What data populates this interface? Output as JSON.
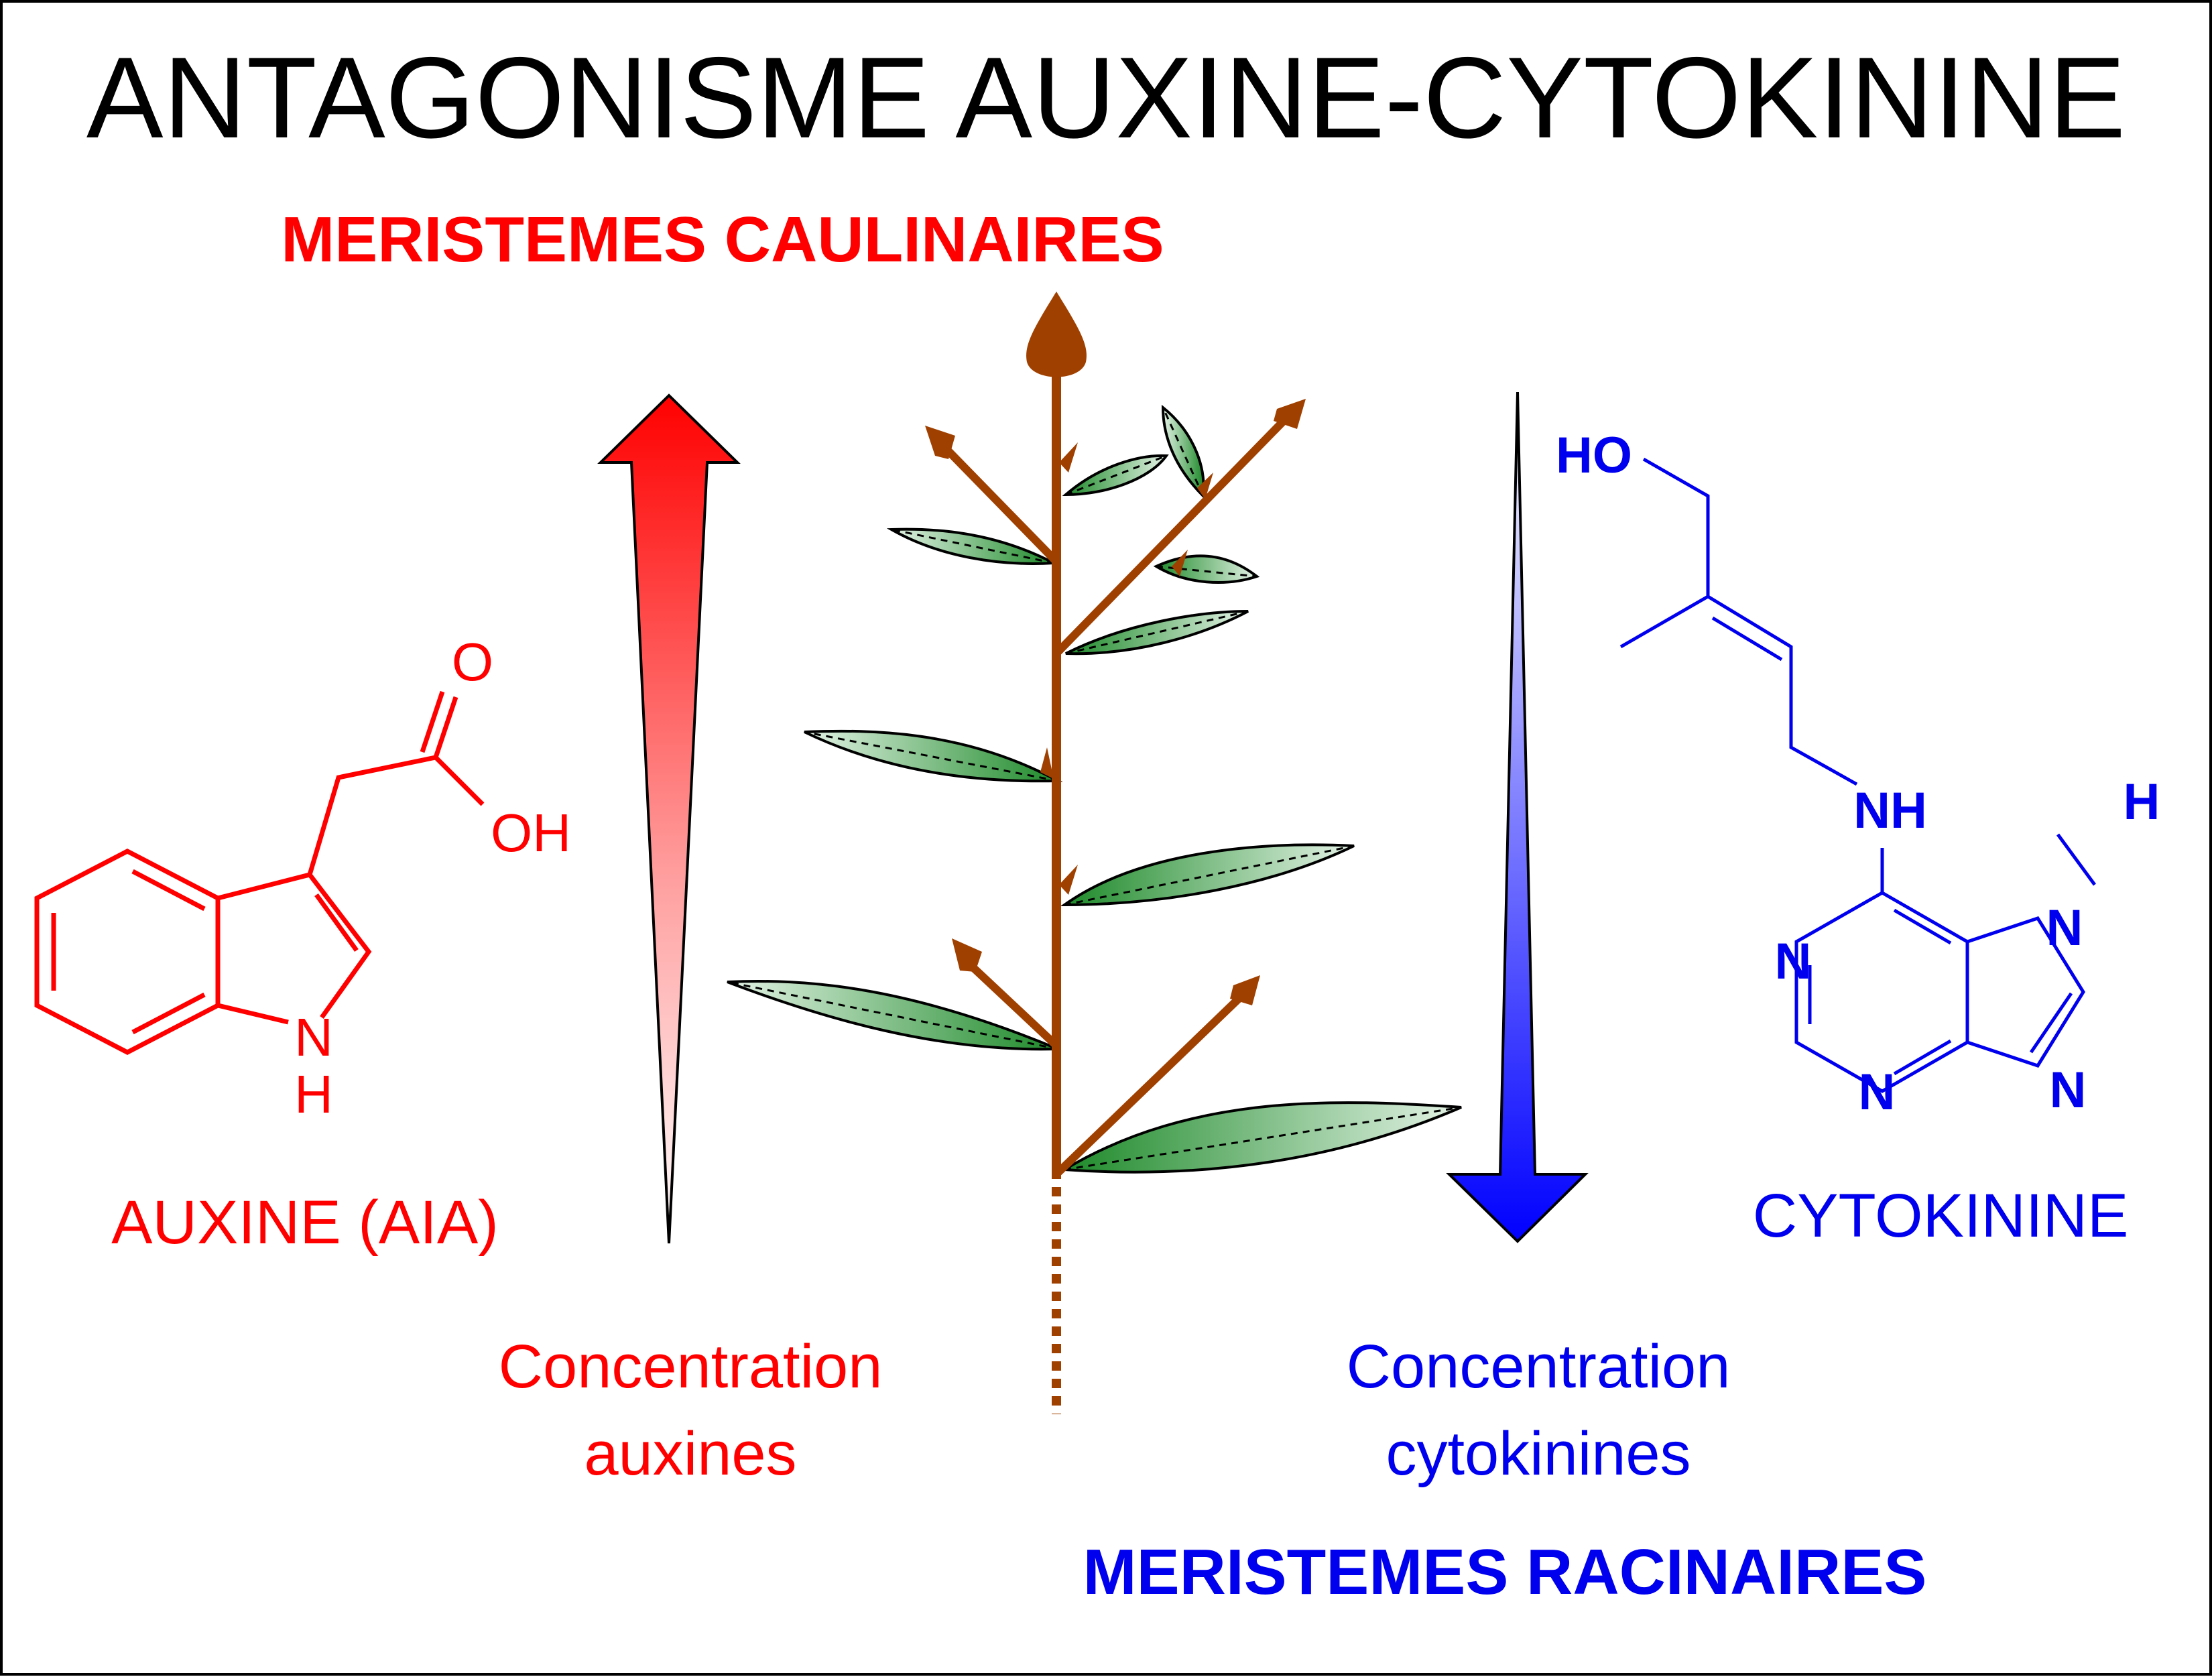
{
  "title": "ANTAGONISME AUXINE-CYTOKININE",
  "top_label": "MERISTEMES CAULINAIRES",
  "bottom_label": "MERISTEMES RACINAIRES",
  "auxin": {
    "name": "AUXINE (AIA)",
    "concentration_line1": "Concentration",
    "concentration_line2": "auxines",
    "atoms": {
      "O": "O",
      "OH": "OH",
      "N": "N",
      "H": "H"
    }
  },
  "cytokinin": {
    "name": "CYTOKININE",
    "concentration_line1": "Concentration",
    "concentration_line2": "cytokinines",
    "atoms": {
      "HO": "HO",
      "NH": "NH",
      "H": "H",
      "N": "N"
    }
  },
  "colors": {
    "auxin": "#ff0000",
    "cytokinin": "#0000ee",
    "stem": "#a04000",
    "leaf_dark": "#1e8a2a",
    "leaf_light": "#d8eedb",
    "text": "#000000"
  }
}
